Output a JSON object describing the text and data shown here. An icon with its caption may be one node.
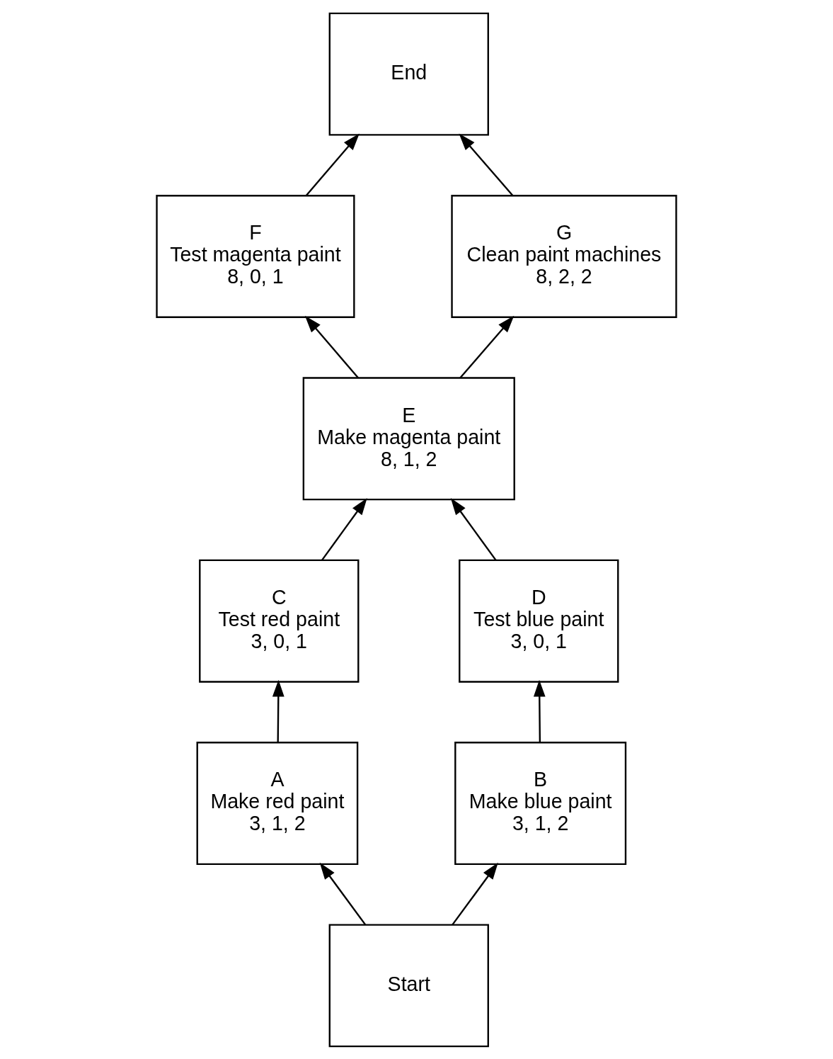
{
  "diagram": {
    "nodes": [
      {
        "text": [
          "Start"
        ]
      },
      {
        "text": [
          "A",
          "Make red paint",
          "3, 1, 2"
        ]
      },
      {
        "text": [
          "B",
          "Make blue paint",
          "3, 1, 2"
        ]
      },
      {
        "text": [
          "C",
          "Test red paint",
          "3, 0, 1"
        ]
      },
      {
        "text": [
          "D",
          "Test blue paint",
          "3, 0, 1"
        ]
      },
      {
        "text": [
          "E",
          "Make magenta paint",
          "8, 1, 2"
        ]
      },
      {
        "text": [
          "F",
          "Test magenta paint",
          "8, 0, 1"
        ]
      },
      {
        "text": [
          "G",
          "Clean paint machines",
          "8, 2, 2"
        ]
      },
      {
        "text": [
          "End"
        ]
      }
    ],
    "edges": [
      {
        "from": 0,
        "to": 1,
        "arrow": "to"
      },
      {
        "from": 0,
        "to": 2,
        "arrow": "to"
      },
      {
        "from": 1,
        "to": 3,
        "arrow": "to"
      },
      {
        "from": 2,
        "to": 4,
        "arrow": "to"
      },
      {
        "from": 3,
        "to": 5,
        "arrow": "to"
      },
      {
        "from": 4,
        "to": 5,
        "arrow": "to"
      },
      {
        "from": 5,
        "to": 6,
        "arrow": "to"
      },
      {
        "from": 5,
        "to": 7,
        "arrow": "to"
      },
      {
        "from": 6,
        "to": 8,
        "arrow": "to"
      },
      {
        "from": 7,
        "to": 8,
        "arrow": "to"
      }
    ]
  }
}
